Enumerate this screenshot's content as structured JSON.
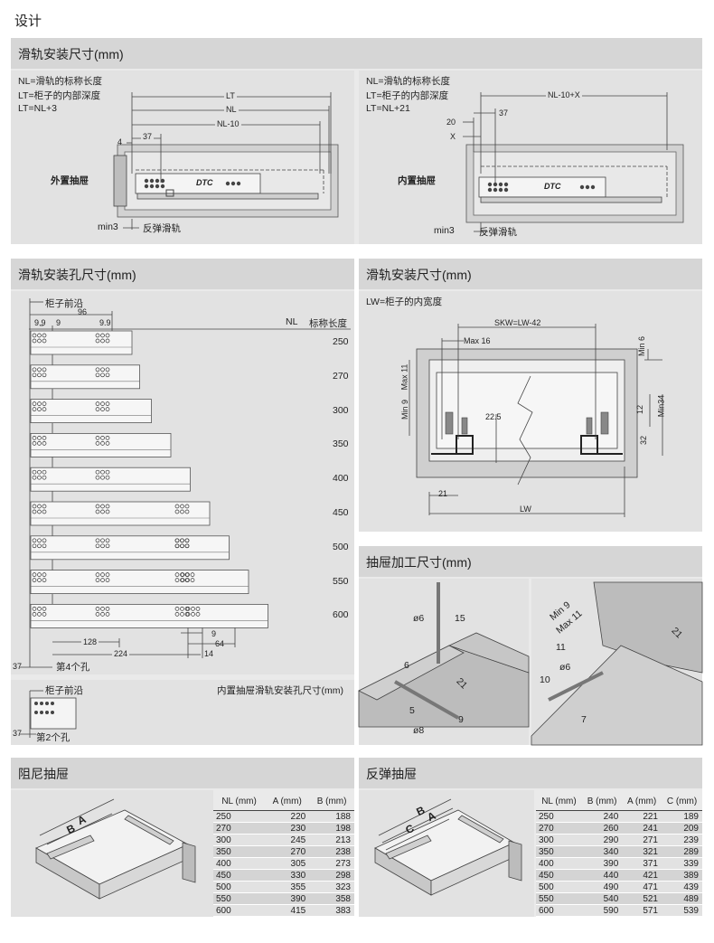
{
  "page_title": "设计",
  "panel1": {
    "title": "滑轨安装尺寸(mm)",
    "left": {
      "notes": [
        "NL=滑轨的标称长度",
        "LT=柜子的内部深度",
        "LT=NL+3"
      ],
      "dims": {
        "lt": "LT",
        "nl": "NL",
        "nl10": "NL-10",
        "d37": "37",
        "d4": "4"
      },
      "label": "外置抽屉",
      "min": "min3",
      "rebound": "反弹滑轨",
      "logo": "DTC"
    },
    "right": {
      "notes": [
        "NL=滑轨的标称长度",
        "LT=柜子的内部深度",
        "LT=NL+21"
      ],
      "dims": {
        "nl10x": "NL-10+X",
        "d37": "37",
        "d20": "20",
        "x": "X"
      },
      "label": "内置抽屉",
      "min": "min3",
      "rebound": "反弹滑轨",
      "logo": "DTC"
    }
  },
  "panel2": {
    "title": "滑轨安装孔尺寸(mm)",
    "front_edge": "柜子前沿",
    "top_dims": {
      "d96": "96",
      "d99a": "9.9",
      "d9": "9",
      "d99b": "9.9"
    },
    "nl_header": "NL",
    "nominal_header": "标称长度",
    "lengths": [
      "250",
      "270",
      "300",
      "350",
      "400",
      "450",
      "500",
      "550",
      "600"
    ],
    "bottom_dims": {
      "d9": "9",
      "d64": "64",
      "d128": "128",
      "d224": "224",
      "d14": "14",
      "d37": "37",
      "hole4": "第4个孔"
    },
    "inner_title": "内置抽屉滑轨安装孔尺寸(mm)",
    "inner_front_edge": "柜子前沿",
    "inner_d37": "37",
    "inner_hole2": "第2个孔"
  },
  "panel3": {
    "title": "滑轨安装尺寸(mm)",
    "note": "LW=柜子的内宽度",
    "dims": {
      "skw": "SKW=LW-42",
      "max16": "Max 16",
      "min6": "Min 6",
      "max11": "Max 11",
      "min9": "Min 9",
      "d225": "22.5",
      "d12": "12",
      "min34": "Min34",
      "d32": "32",
      "d21": "21",
      "lw": "LW"
    }
  },
  "panel4": {
    "title": "抽屉加工尺寸(mm)",
    "dims": {
      "phi6a": "ø6",
      "d15": "15",
      "d6": "6",
      "d21a": "21",
      "d5": "5",
      "d9": "9",
      "phi8": "ø8",
      "min9": "Min 9",
      "max11": "Max 11",
      "d21b": "21",
      "d11": "11",
      "phi6b": "ø6",
      "d10": "10",
      "d7": "7"
    }
  },
  "panel5": {
    "title": "阻尼抽屉",
    "labels": {
      "a": "A",
      "b": "B"
    },
    "headers": [
      "NL (mm)",
      "A (mm)",
      "B (mm)"
    ],
    "rows": [
      [
        "250",
        "220",
        "188"
      ],
      [
        "270",
        "230",
        "198"
      ],
      [
        "300",
        "245",
        "213"
      ],
      [
        "350",
        "270",
        "238"
      ],
      [
        "400",
        "305",
        "273"
      ],
      [
        "450",
        "330",
        "298"
      ],
      [
        "500",
        "355",
        "323"
      ],
      [
        "550",
        "390",
        "358"
      ],
      [
        "600",
        "415",
        "383"
      ]
    ]
  },
  "panel6": {
    "title": "反弹抽屉",
    "labels": {
      "a": "A",
      "b": "B",
      "c": "C"
    },
    "headers": [
      "NL (mm)",
      "B (mm)",
      "A (mm)",
      "C (mm)"
    ],
    "rows": [
      [
        "250",
        "240",
        "221",
        "189"
      ],
      [
        "270",
        "260",
        "241",
        "209"
      ],
      [
        "300",
        "290",
        "271",
        "239"
      ],
      [
        "350",
        "340",
        "321",
        "289"
      ],
      [
        "400",
        "390",
        "371",
        "339"
      ],
      [
        "450",
        "440",
        "421",
        "389"
      ],
      [
        "500",
        "490",
        "471",
        "439"
      ],
      [
        "550",
        "540",
        "521",
        "489"
      ],
      [
        "600",
        "590",
        "571",
        "539"
      ]
    ]
  }
}
